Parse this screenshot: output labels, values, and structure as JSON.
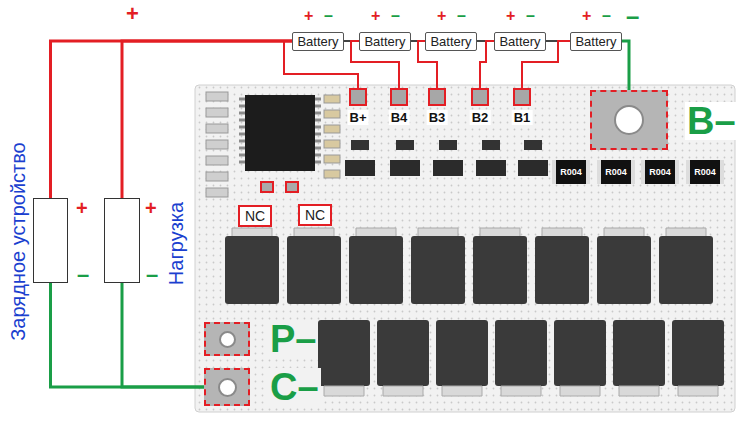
{
  "diagram": {
    "nodes": [
      {
        "text": [
          "Battery"
        ]
      },
      {
        "text": [
          "Battery"
        ]
      },
      {
        "text": [
          "Battery"
        ]
      },
      {
        "text": [
          "Battery"
        ]
      },
      {
        "text": [
          "Battery"
        ]
      },
      {
        "text": [
          "B+"
        ]
      },
      {
        "text": [
          "B4"
        ]
      },
      {
        "text": [
          "B3"
        ]
      },
      {
        "text": [
          "B2"
        ]
      },
      {
        "text": [
          "B1"
        ]
      },
      {
        "text": [
          "B–"
        ]
      },
      {
        "text": [
          "NC"
        ]
      },
      {
        "text": [
          "NC"
        ]
      },
      {
        "text": [
          "Зарядное устройство"
        ]
      },
      {
        "text": [
          "Нагрузка"
        ]
      },
      {
        "text": [
          "P–"
        ]
      },
      {
        "text": [
          "C–"
        ]
      }
    ],
    "edges": [
      {
        "from": 13,
        "to": 0,
        "arrow": "none"
      },
      {
        "from": 14,
        "to": 0,
        "arrow": "none"
      },
      {
        "from": 0,
        "to": 1,
        "arrow": "none"
      },
      {
        "from": 1,
        "to": 2,
        "arrow": "none"
      },
      {
        "from": 2,
        "to": 3,
        "arrow": "none"
      },
      {
        "from": 3,
        "to": 4,
        "arrow": "none"
      },
      {
        "from": 0,
        "to": 5,
        "arrow": "none"
      },
      {
        "from": 1,
        "to": 6,
        "arrow": "none"
      },
      {
        "from": 2,
        "to": 7,
        "arrow": "none"
      },
      {
        "from": 3,
        "to": 8,
        "arrow": "none"
      },
      {
        "from": 4,
        "to": 9,
        "arrow": "none"
      },
      {
        "from": 4,
        "to": 10,
        "arrow": "none"
      },
      {
        "from": 13,
        "to": 16,
        "arrow": "none"
      },
      {
        "from": 14,
        "to": 16,
        "arrow": "none"
      }
    ],
    "labels": [
      "+",
      "+",
      "–",
      "+",
      "–",
      "+",
      "–",
      "+",
      "–",
      "+",
      "–",
      "–",
      "+",
      "–",
      "+",
      "–",
      "R004",
      "R004",
      "R004",
      "R004"
    ]
  }
}
